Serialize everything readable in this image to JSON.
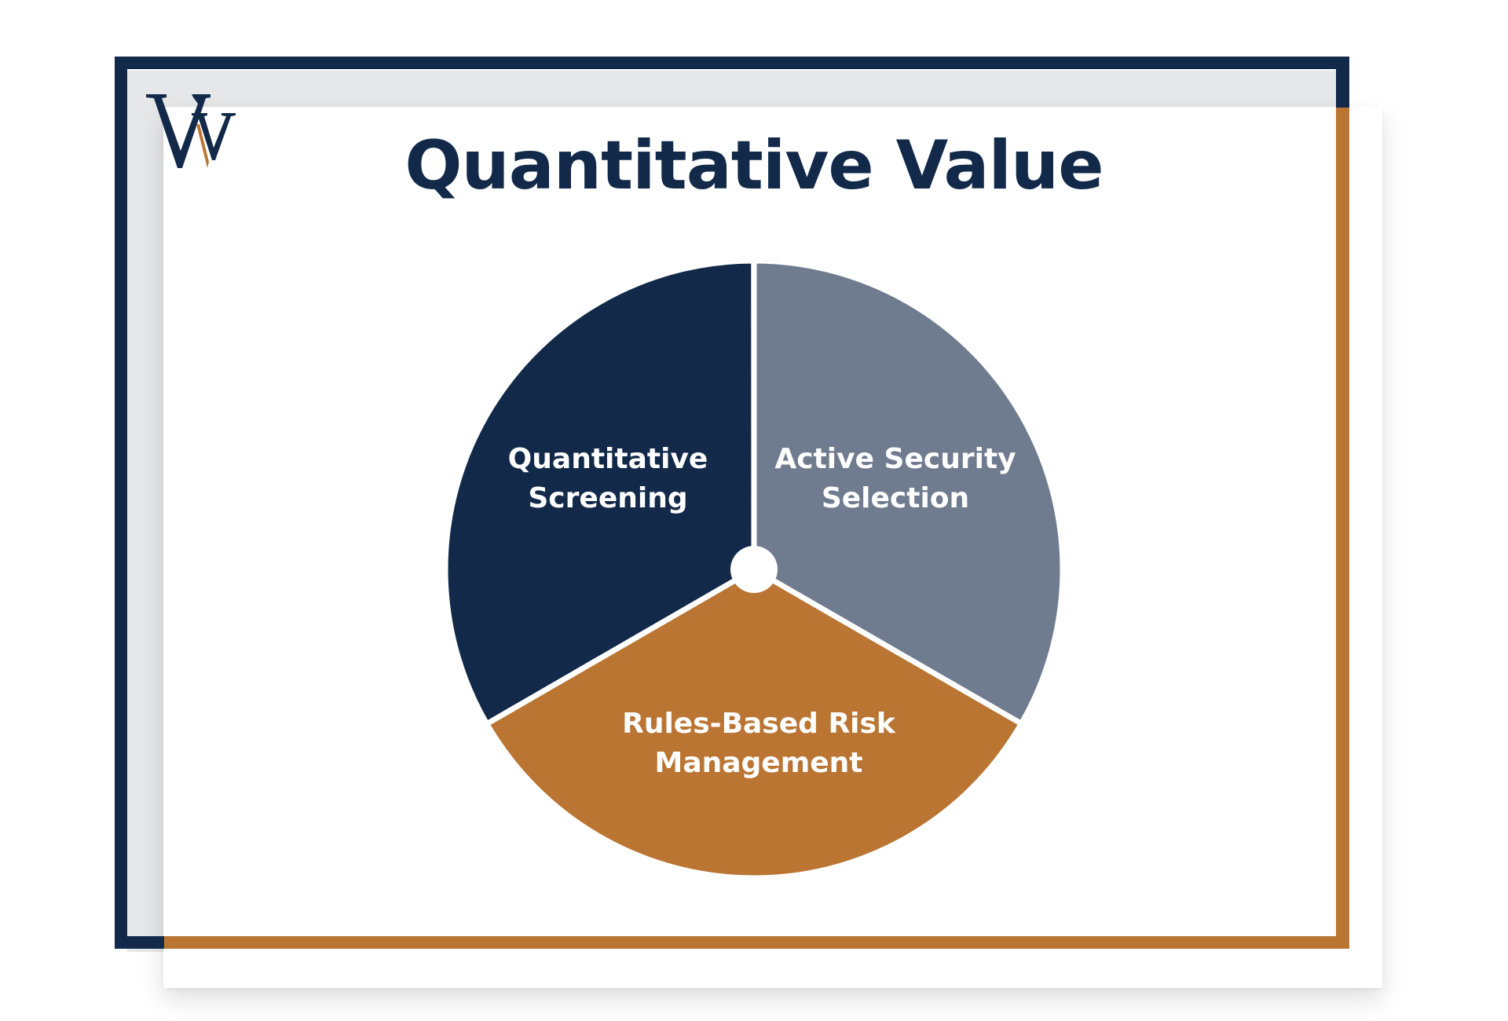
{
  "title": "Quantitative Value",
  "logo": {
    "icon": "vv-monogram-icon",
    "primary_color": "#12294a",
    "accent_color": "#ba7533"
  },
  "colors": {
    "navy": "#12294a",
    "slate": "#6f7b8e",
    "copper": "#ba7533",
    "frame_grey": "#e6e7e8"
  },
  "segments": [
    {
      "line1": "Quantitative",
      "line2": "Screening",
      "color": "#12294a",
      "share": 0.3333
    },
    {
      "line1": "Active Security",
      "line2": "Selection",
      "color": "#6f7b8e",
      "share": 0.3333
    },
    {
      "line1": "Rules-Based Risk",
      "line2": "Management",
      "color": "#ba7533",
      "share": 0.3333
    }
  ]
}
